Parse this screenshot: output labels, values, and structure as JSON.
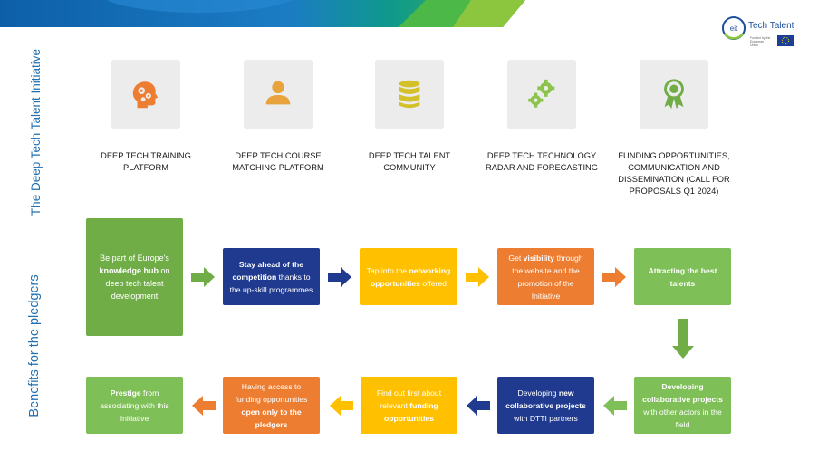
{
  "sections": {
    "initiative_title": "The Deep Tech Talent Initiative",
    "benefits_title": "Benefits for the pledgers"
  },
  "logo": {
    "brand": "Tech Talent",
    "mark": "eit",
    "funded": "Funded by the European Union"
  },
  "pillars": [
    {
      "label": "DEEP TECH TRAINING PLATFORM",
      "icon": "head-gears-icon",
      "color": "#ed7d31"
    },
    {
      "label": "DEEP TECH COURSE MATCHING PLATFORM",
      "icon": "person-icon",
      "color": "#e8a33d"
    },
    {
      "label": "DEEP TECH TALENT COMMUNITY",
      "icon": "database-icon",
      "color": "#d4c12a"
    },
    {
      "label": "DEEP TECH TECHNOLOGY RADAR AND FORECASTING",
      "icon": "gears-icon",
      "color": "#8cc34a"
    },
    {
      "label": "FUNDING OPPORTUNITIES, COMMUNICATION AND DISSEMINATION (CALL FOR PROPOSALS Q1 2024)",
      "icon": "award-ribbon-icon",
      "color": "#70ad47"
    }
  ],
  "benefits": [
    {
      "parts": [
        [
          "Be part of Europe's ",
          false
        ],
        [
          "knowledge hub",
          true
        ],
        [
          " on deep tech talent development",
          false
        ]
      ]
    },
    {
      "parts": [
        [
          "Stay ahead of the competition",
          true
        ],
        [
          " thanks to the up-skill programmes",
          false
        ]
      ]
    },
    {
      "parts": [
        [
          "Tap into the ",
          false
        ],
        [
          "networking opportunities",
          true
        ],
        [
          " offered",
          false
        ]
      ]
    },
    {
      "parts": [
        [
          "Get ",
          false
        ],
        [
          "visibility",
          true
        ],
        [
          " through the website and the promotion of the Initiative",
          false
        ]
      ]
    },
    {
      "parts": [
        [
          "Attracting the best talents",
          true
        ]
      ]
    },
    {
      "parts": [
        [
          "Developing collaborative projects",
          true
        ],
        [
          " with other actors in the field",
          false
        ]
      ]
    },
    {
      "parts": [
        [
          "Developing ",
          false
        ],
        [
          "new collaborative projects",
          true
        ],
        [
          " with DTTI partners",
          false
        ]
      ]
    },
    {
      "parts": [
        [
          "Find out first about relevant ",
          false
        ],
        [
          "funding opportunities",
          true
        ]
      ]
    },
    {
      "parts": [
        [
          "Having access to funding opportunities ",
          false
        ],
        [
          "open only to the pledgers",
          true
        ]
      ]
    },
    {
      "parts": [
        [
          "Prestige",
          true
        ],
        [
          " from associating with this Initiative",
          false
        ]
      ]
    }
  ],
  "colors": {
    "green": "#70ad47",
    "navy": "#1f3a8f",
    "yellow": "#ffc000",
    "orange": "#ed7d31",
    "title_blue": "#1f6fb2"
  }
}
